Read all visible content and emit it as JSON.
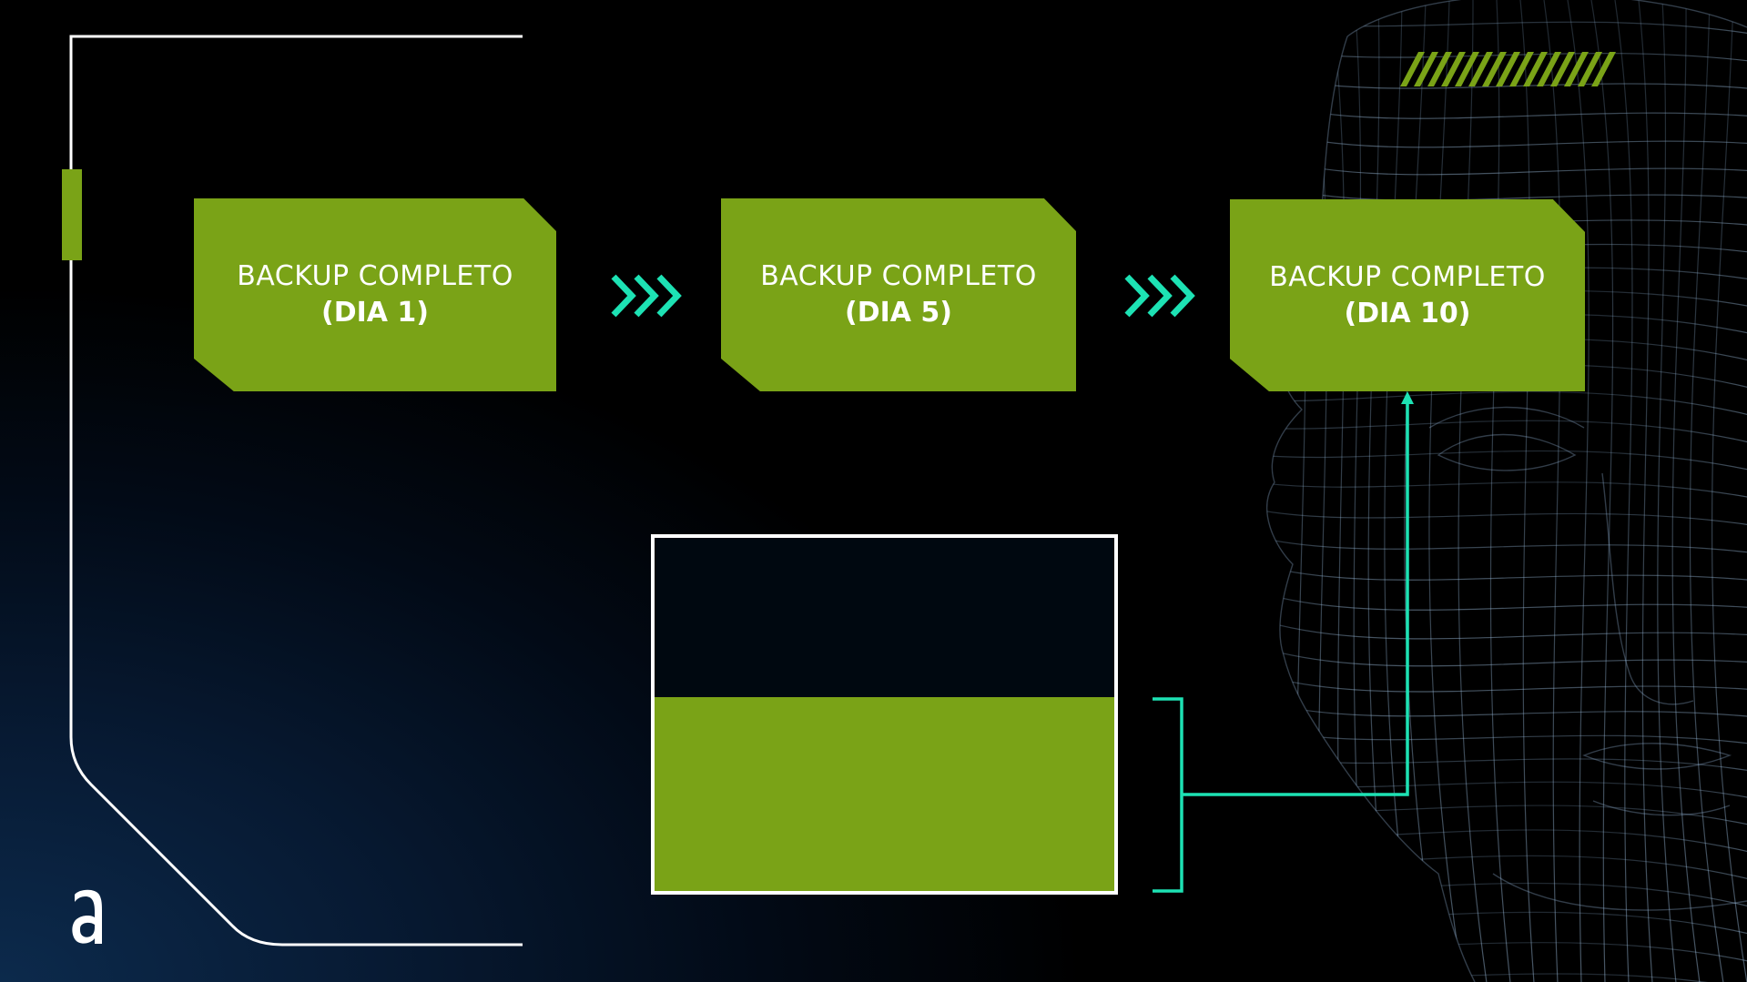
{
  "steps": [
    {
      "line1": "BACKUP COMPLETO",
      "line2": "(DIA 1)"
    },
    {
      "line1": "BACKUP COMPLETO",
      "line2": "(DIA 5)"
    },
    {
      "line1": "BACKUP COMPLETO",
      "line2": "(DIA 10)"
    }
  ],
  "colors": {
    "accent_green": "#7aa317",
    "teal_connector": "#1de2b4",
    "frame_white": "#ffffff",
    "background_dark": "#000000",
    "background_blue": "#0c2a4c"
  },
  "icons": {
    "logo": "letter-a-logo",
    "arrows": "triple-chevron-right-icon",
    "stripes": "diagonal-stripes-decoration",
    "face": "wireframe-face-decoration"
  },
  "progress": {
    "storage_fill_fraction": 0.55
  }
}
